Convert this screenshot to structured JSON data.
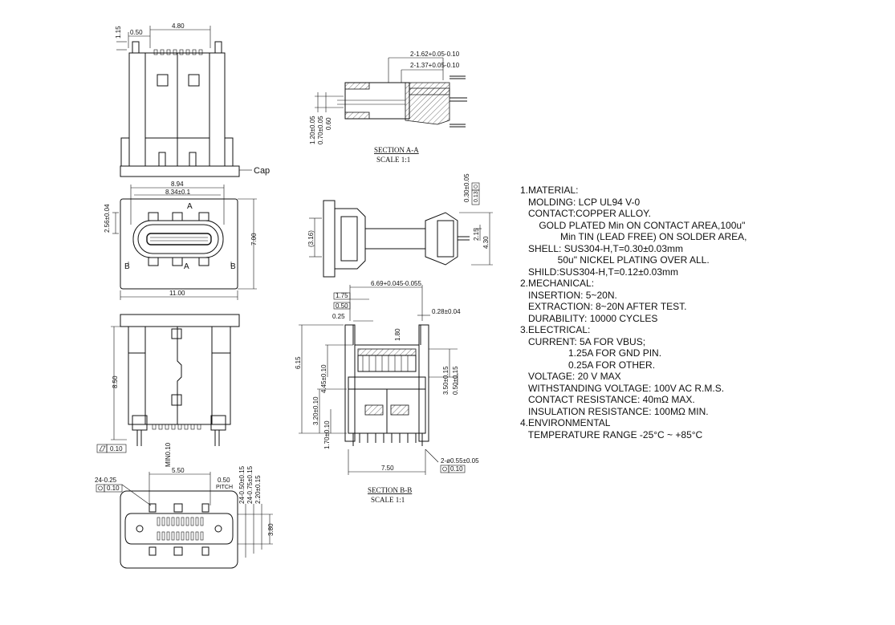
{
  "drawing": {
    "dims": {
      "d115": "1.15",
      "d050": "0.50",
      "d480": "4.80",
      "cap": "Cap",
      "d894": "8.94",
      "d834": "8.34±0.1",
      "d256": "2.56±0.04",
      "d700": "7.00",
      "d1100": "11.00",
      "labelA1": "A",
      "labelA2": "A",
      "labelB1": "B",
      "labelB2": "B",
      "d850": "8.50",
      "flat": "0.10",
      "min010": "MIN0.10",
      "d550": "5.50",
      "d2425": "24-0.25",
      "pos010a": "0.10",
      "pitch1": "0.50",
      "pitch2": "PITCH",
      "d2450": "24-0.50±0.15",
      "d2475": "24-0.75±0.15",
      "d220": "2.20±0.15",
      "d380": "3.80",
      "d162": "2-1.62+0.05-0.10",
      "d137": "2-1.37+0.05-0.10",
      "d120": "1.20±0.05",
      "d070": "0.70±0.05",
      "d060": "0.60",
      "d030": "0.30±0.05",
      "pos013": "0.13",
      "d316": "(3.16)",
      "d215": "2.15",
      "d430": "4.30",
      "d669": "6.69+0.045-0.055",
      "d175": "1.75",
      "d050b": "0.50",
      "d025": "0.25",
      "d028": "0.28±0.04",
      "d180": "1.80",
      "d615": "6.15",
      "d445": "4.45±0.10",
      "d350": "3.50±0.15",
      "d0501": "0.50±0.15",
      "d320": "3.20±0.10",
      "d170": "1.70±0.10",
      "d750": "7.50",
      "d255": "2-ø0.55±0.05",
      "pos010b": "0.10"
    },
    "sectionA": {
      "title": "SECTION A-A",
      "scale": "SCALE 1:1"
    },
    "sectionB": {
      "title": "SECTION B-B",
      "scale": "SCALE 1:1"
    }
  },
  "specs": {
    "lines": [
      "1.MATERIAL:",
      "   MOLDING: LCP UL94 V-0",
      "   CONTACT:COPPER ALLOY.",
      "       GOLD PLATED Min ON CONTACT AREA,100u\"",
      "               Min TIN (LEAD FREE) ON SOLDER AREA,",
      "   SHELL: SUS304-H,T=0.30±0.03mm",
      "              50u\" NICKEL PLATING OVER ALL.",
      "   SHILD:SUS304-H,T=0.12±0.03mm",
      "2.MECHANICAL:",
      "   INSERTION: 5~20N.",
      "   EXTRACTION: 8~20N AFTER TEST.",
      "   DURABILITY: 10000 CYCLES",
      "3.ELECTRICAL:",
      "   CURRENT: 5A FOR VBUS;",
      "                  1.25A FOR GND PIN.",
      "                  0.25A FOR OTHER.",
      "   VOLTAGE: 20 V MAX",
      "   WITHSTANDING VOLTAGE: 100V AC R.M.S.",
      "   CONTACT RESISTANCE: 40mΩ MAX.",
      "   INSULATION RESISTANCE: 100MΩ MIN.",
      "4.ENVIRONMENTAL",
      "   TEMPERATURE RANGE -25°C ~ +85°C"
    ]
  }
}
